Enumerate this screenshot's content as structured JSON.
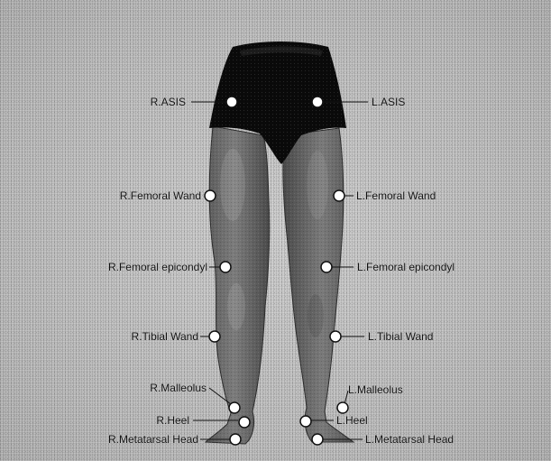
{
  "landmarks": {
    "r_asis": "R.ASIS",
    "l_asis": "L.ASIS",
    "r_femoral_wand": "R.Femoral Wand",
    "l_femoral_wand": "L.Femoral Wand",
    "r_femoral_epicondyl": "R.Femoral epicondyl",
    "l_femoral_epicondyl": "L.Femoral epicondyl",
    "r_tibial_wand": "R.Tibial Wand",
    "l_tibial_wand": "L.Tibial Wand",
    "r_malleolus": "R.Malleolus",
    "l_malleolus": "L.Malleolus",
    "r_heel": "R.Heel",
    "l_heel": "L.Heel",
    "r_metatarsal_head": "R.Metatarsal Head",
    "l_metatarsal_head": "L.Metatarsal Head"
  },
  "colors": {
    "background": "#b9b9b9",
    "shorts": "#0a0a0a",
    "leg": "#6a6a6a",
    "marker_fill": "#ffffff",
    "marker_stroke": "#111111"
  }
}
